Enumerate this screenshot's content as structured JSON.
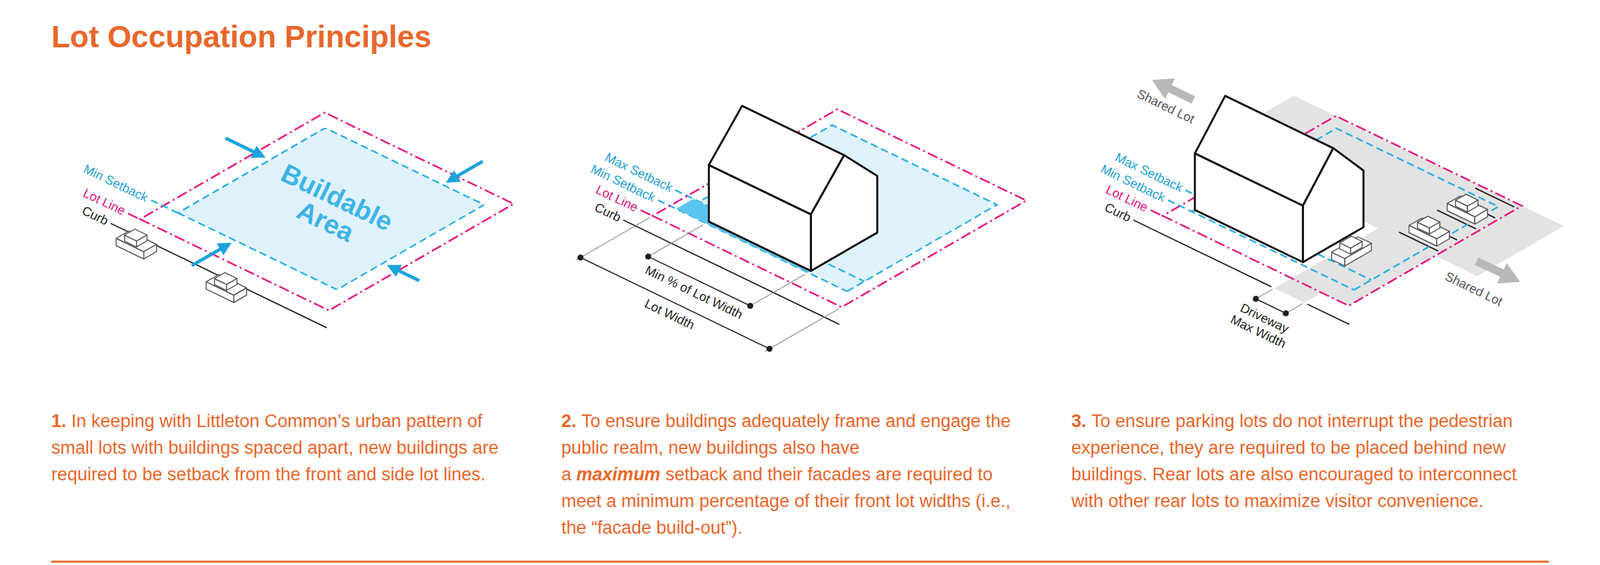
{
  "diagram": {
    "title": "Lot Occupation Principles",
    "nodes": [
      {
        "text": [
          "Buildable Area"
        ]
      }
    ],
    "labels": [
      "Min Setback",
      "Lot Line",
      "Curb",
      "Max Setback",
      "Min Setback",
      "Lot Line",
      "Curb",
      "Min % of Lot Width",
      "Lot Width",
      "Shared Lot",
      "Max Setback",
      "Min Setback",
      "Lot Line",
      "Curb",
      "Driveway Max Width",
      "Shared Lot",
      "1.",
      "In keeping with Littleton Common’s urban pattern of small lots with buildings spaced apart, new buildings are required to be setback from the front and side lot lines.",
      "2.",
      "To ensure buildings adequately frame and engage the public realm, new buildings also have a",
      "maximum",
      "setback and their facades are required to meet a minimum percentage of their front lot widths (i.e., the “facade build-out”).",
      "3.",
      "To ensure parking lots do not interrupt the pedestrian experience, they are required to be placed behind new buildings. Rear lots are also encouraged to interconnect with other rear lots to maximize visitor convenience."
    ]
  }
}
